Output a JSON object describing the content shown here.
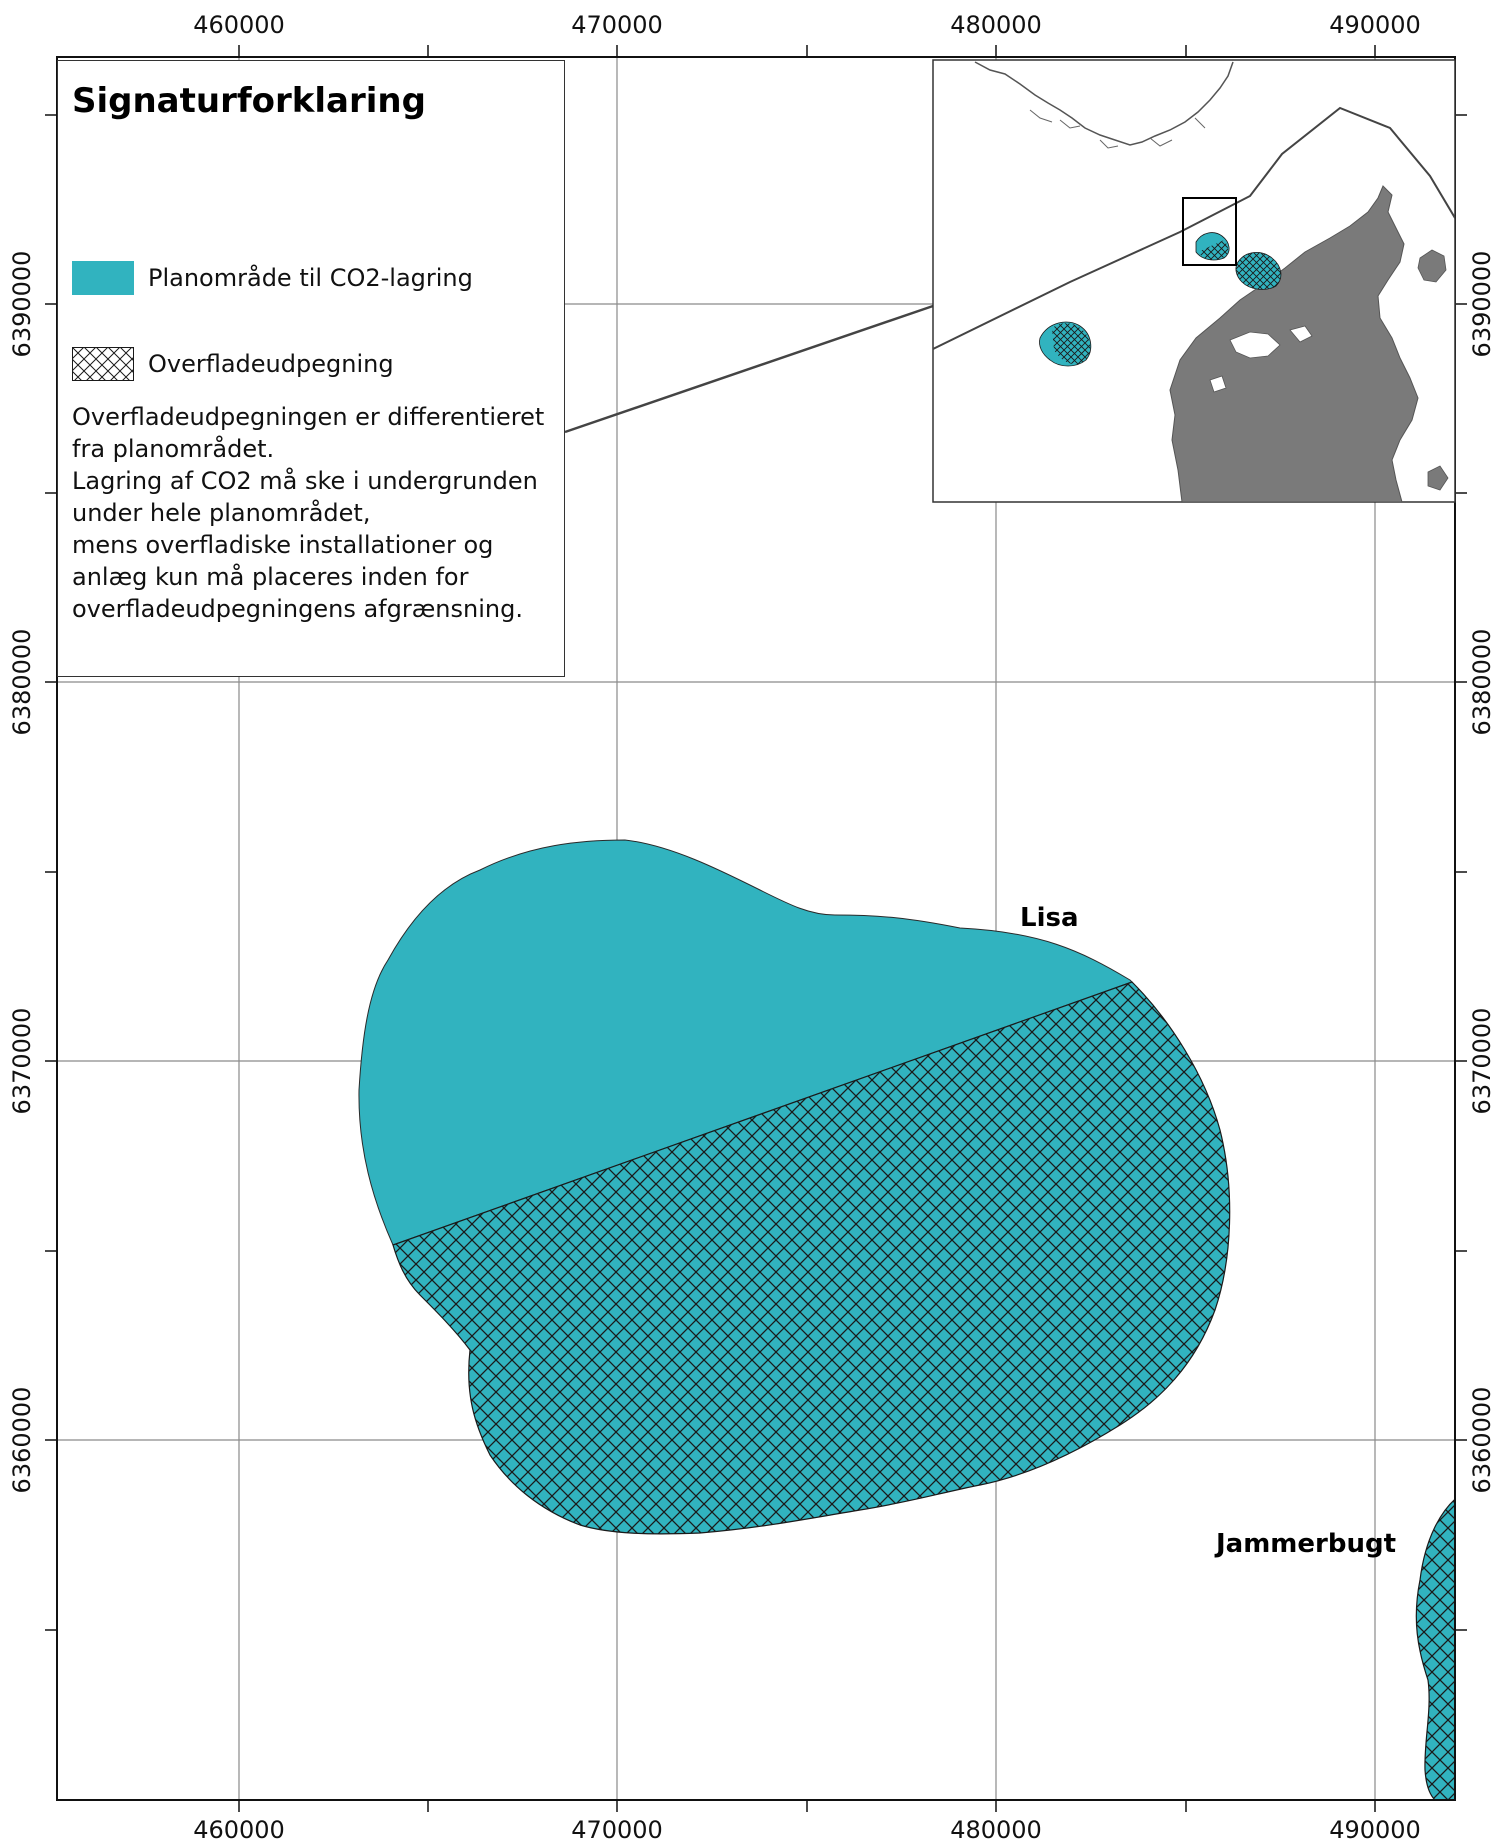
{
  "map": {
    "x_ticks": [
      "460000",
      "470000",
      "480000",
      "490000"
    ],
    "y_ticks": [
      "6390000",
      "6380000",
      "6370000",
      "6360000"
    ],
    "places": {
      "lisa": "Lisa",
      "jammerbugt": "Jammerbugt"
    }
  },
  "legend": {
    "title": "Signaturforklaring",
    "items": [
      {
        "label": "Planområde til CO2-lagring"
      },
      {
        "label": "Overfladeudpegning"
      }
    ],
    "note": [
      "Overfladeudpegningen er differentieret",
      "fra planområdet.",
      "Lagring af CO2 må ske i undergrunden",
      "under hele planområdet,",
      "mens overfladiske installationer og",
      "anlæg kun må placeres inden for",
      "overfladeudpegningens afgrænsning."
    ]
  },
  "colors": {
    "plan_area": "#31b3bf",
    "land": "#7a7a7a",
    "hatch": "#1a1a1a",
    "grid": "#8a8a8a"
  }
}
